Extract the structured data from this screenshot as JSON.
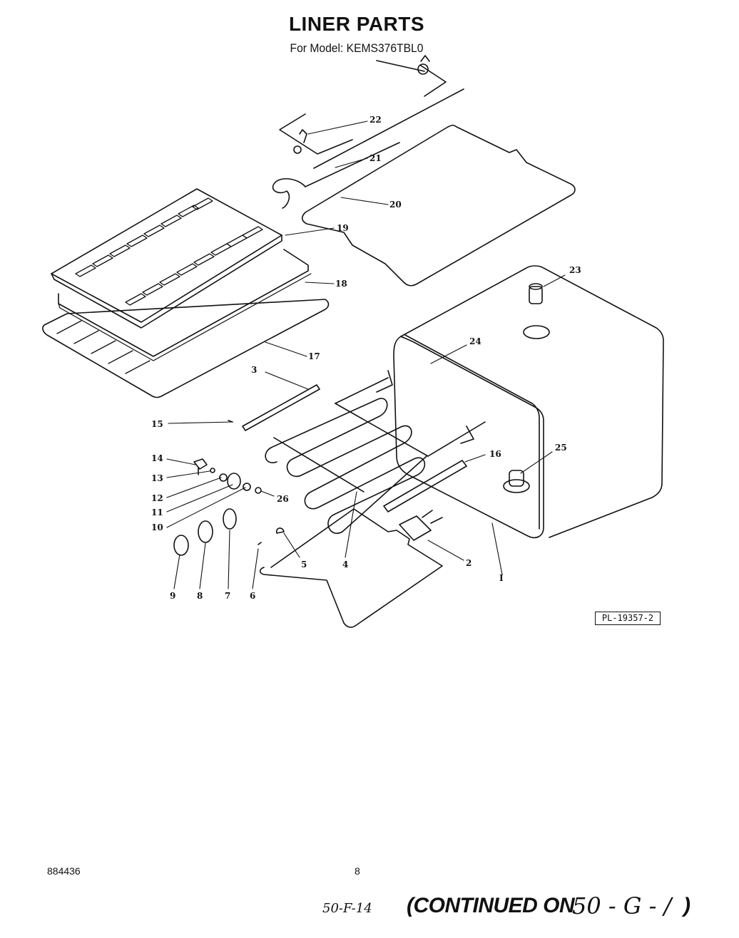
{
  "header": {
    "title": "LINER PARTS",
    "subtitle": "For Model: KEMS376TBL0"
  },
  "callouts": [
    {
      "id": "22",
      "label": "22"
    },
    {
      "id": "21",
      "label": "21"
    },
    {
      "id": "20",
      "label": "20"
    },
    {
      "id": "19",
      "label": "19"
    },
    {
      "id": "18",
      "label": "18"
    },
    {
      "id": "17",
      "label": "17"
    },
    {
      "id": "23",
      "label": "23"
    },
    {
      "id": "24",
      "label": "24"
    },
    {
      "id": "3",
      "label": "3"
    },
    {
      "id": "15",
      "label": "15"
    },
    {
      "id": "16",
      "label": "16"
    },
    {
      "id": "25",
      "label": "25"
    },
    {
      "id": "14",
      "label": "14"
    },
    {
      "id": "13",
      "label": "13"
    },
    {
      "id": "12",
      "label": "12"
    },
    {
      "id": "11",
      "label": "11"
    },
    {
      "id": "10",
      "label": "10"
    },
    {
      "id": "26",
      "label": "26"
    },
    {
      "id": "5",
      "label": "5"
    },
    {
      "id": "4",
      "label": "4"
    },
    {
      "id": "2",
      "label": "2"
    },
    {
      "id": "1",
      "label": "I"
    },
    {
      "id": "9",
      "label": "9"
    },
    {
      "id": "8",
      "label": "8"
    },
    {
      "id": "7",
      "label": "7"
    },
    {
      "id": "6",
      "label": "6"
    }
  ],
  "plate_label": "PL-19357-2",
  "footer": {
    "doc_code": "884436",
    "page_number": "8",
    "handwritten_left": "50-F-14",
    "continued_text": "(CONTINUED ON",
    "handwritten_right": "50 - G - /",
    "closing_paren": ")"
  }
}
